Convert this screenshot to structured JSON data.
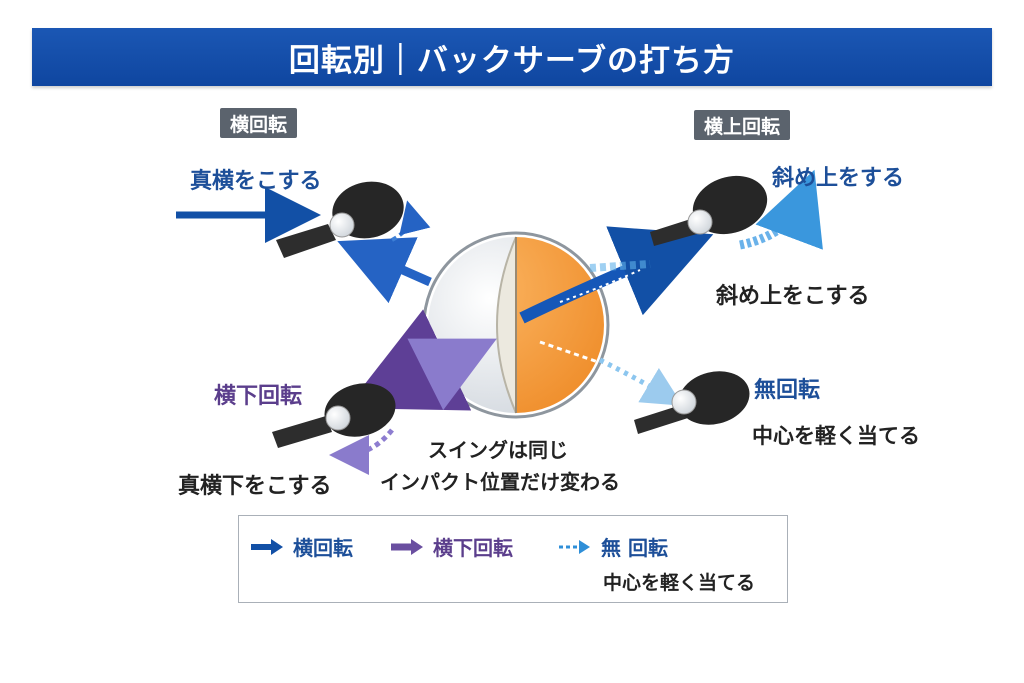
{
  "title": "回転別｜バックサーブの打ち方",
  "tags": {
    "top_left": "横回転",
    "top_right": "横上回転"
  },
  "labels": {
    "side_rub": "真横をこする",
    "diag_up_upper": "斜め上をする",
    "diag_up_lower": "斜め上をこする",
    "side_down": "横下回転",
    "side_down_rub": "真横下をこする",
    "no_spin": "無回転",
    "no_spin_desc": "中心を軽く当てる",
    "center_line1": "スイングは同じ",
    "center_line2": "インパクト位置だけ変わる"
  },
  "legend": [
    {
      "label": "横回転",
      "style": "solid",
      "color": "#1250a6"
    },
    {
      "label": "横下回転",
      "style": "solid",
      "color": "#6a4fa0"
    },
    {
      "label": "無 回転",
      "style": "dashed",
      "color": "#2f8fd8"
    }
  ],
  "legend_note": "中心を軽く当てる",
  "colors": {
    "banner": "#1451ad",
    "blue_arrow": "#1250a6",
    "purple_arrow": "#5e3f96",
    "light_blue": "#57a7e6",
    "ball_orange": "#f59a3a",
    "paddle": "#2b2b2b"
  },
  "icons": [
    "paddle-icon",
    "ball-icon",
    "arrow-icon"
  ]
}
